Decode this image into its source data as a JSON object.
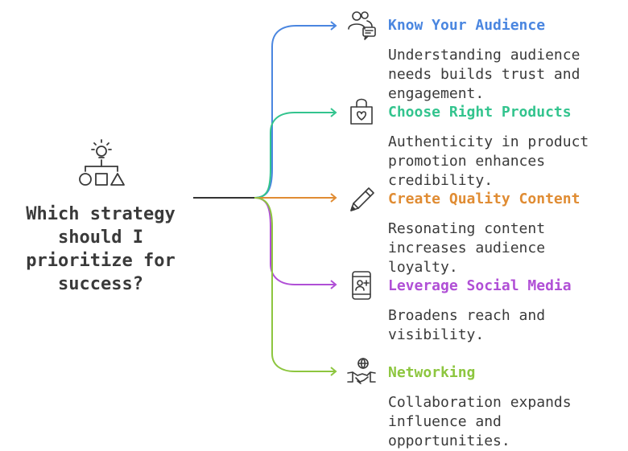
{
  "question": "Which strategy should I prioritize for success?",
  "icons": {
    "central": "lightbulb-flowchart-icon"
  },
  "colors": {
    "trunk": "#333333",
    "know_audience": "#4a86e0",
    "choose_products": "#33c48e",
    "quality_content": "#e08c33",
    "social_media": "#b04fd6",
    "networking": "#8dc63f"
  },
  "branches": [
    {
      "title": "Know Your Audience",
      "description": "Understanding audience needs builds trust and engagement.",
      "icon": "people-chat-icon",
      "color": "#4a86e0"
    },
    {
      "title": "Choose Right Products",
      "description": "Authenticity in product promotion enhances credibility.",
      "icon": "shopping-bag-heart-icon",
      "color": "#33c48e"
    },
    {
      "title": "Create Quality Content",
      "description": "Resonating content increases audience loyalty.",
      "icon": "pencil-icon",
      "color": "#e08c33"
    },
    {
      "title": "Leverage Social Media",
      "description": "Broadens reach and visibility.",
      "icon": "phone-user-icon",
      "color": "#b04fd6"
    },
    {
      "title": "Networking",
      "description": "Collaboration expands influence and opportunities.",
      "icon": "handshake-globe-icon",
      "color": "#8dc63f"
    }
  ]
}
